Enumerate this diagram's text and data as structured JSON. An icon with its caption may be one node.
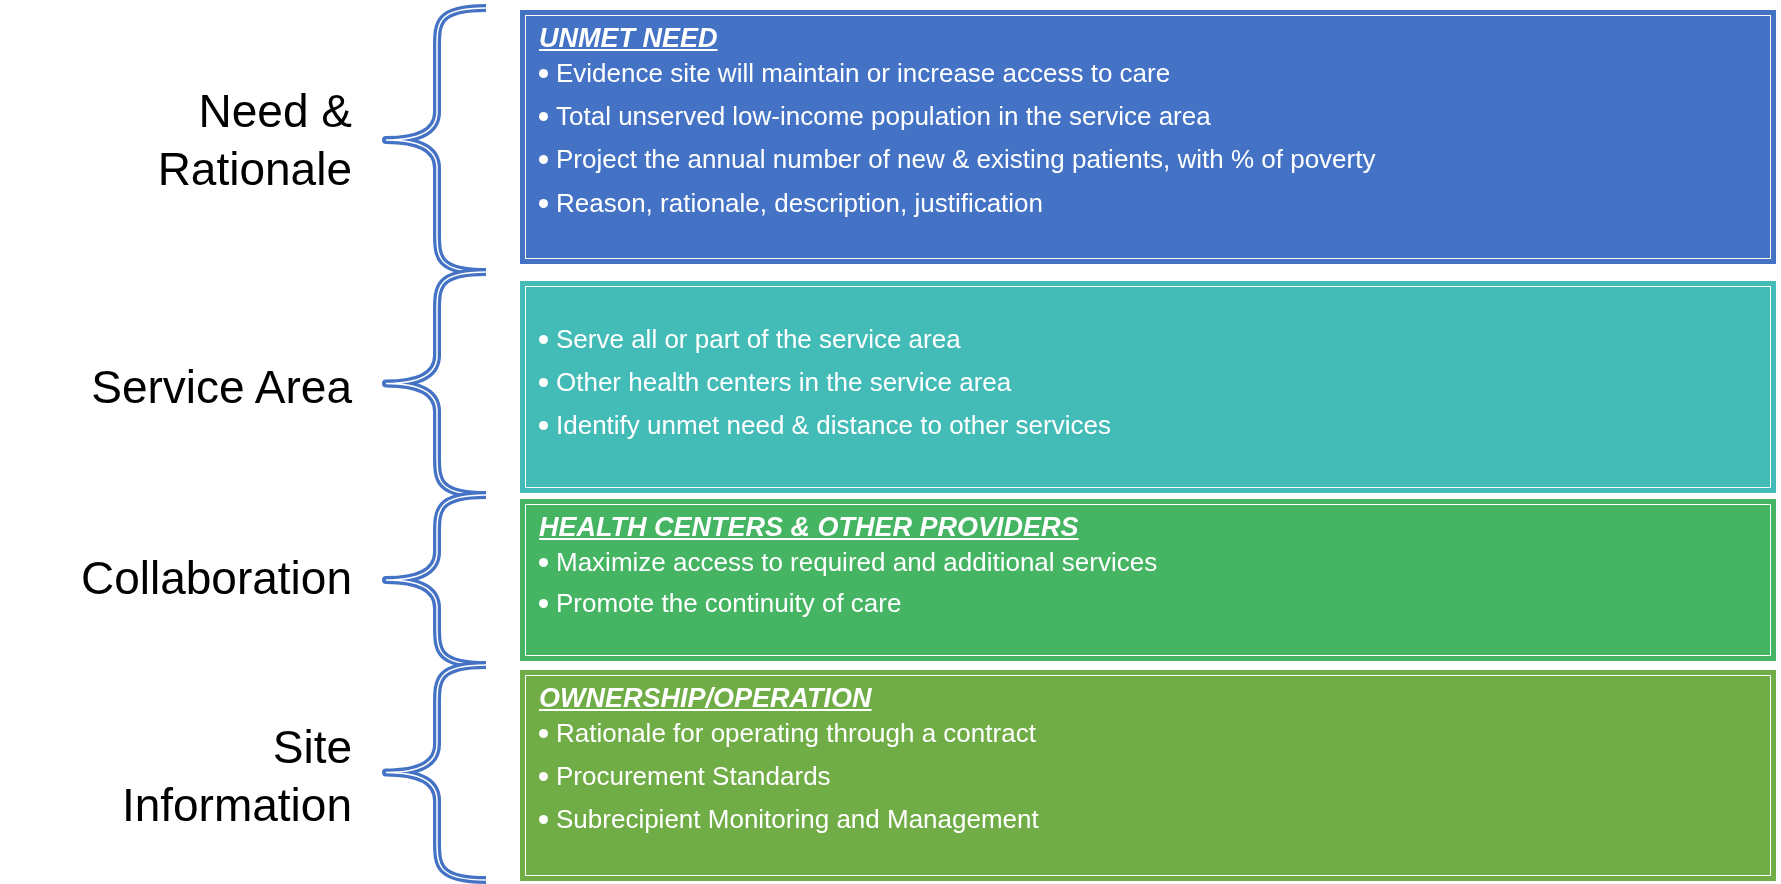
{
  "diagram": {
    "nodes": [
      {
        "text": [
          "UNMET NEED",
          "Evidence site will maintain or increase access to care",
          "Total unserved low-income population in the service area",
          "Project the annual number of new & existing patients, with % of poverty",
          "Reason, rationale, description, justification"
        ]
      },
      {
        "text": [
          "Serve all or part of the service area",
          "Other health centers in the service area",
          "Identify unmet need & distance to other services"
        ]
      },
      {
        "text": [
          "HEALTH CENTERS & OTHER PROVIDERS",
          "Maximize access to required and additional services",
          "Promote the continuity of care"
        ]
      },
      {
        "text": [
          "OWNERSHIP/OPERATION",
          "Rationale for operating through a contract",
          "Procurement Standards",
          "Subrecipient Monitoring and Management"
        ]
      }
    ],
    "labels": [
      "Need & Rationale",
      "Service Area",
      "Collaboration",
      "Site Information"
    ]
  }
}
